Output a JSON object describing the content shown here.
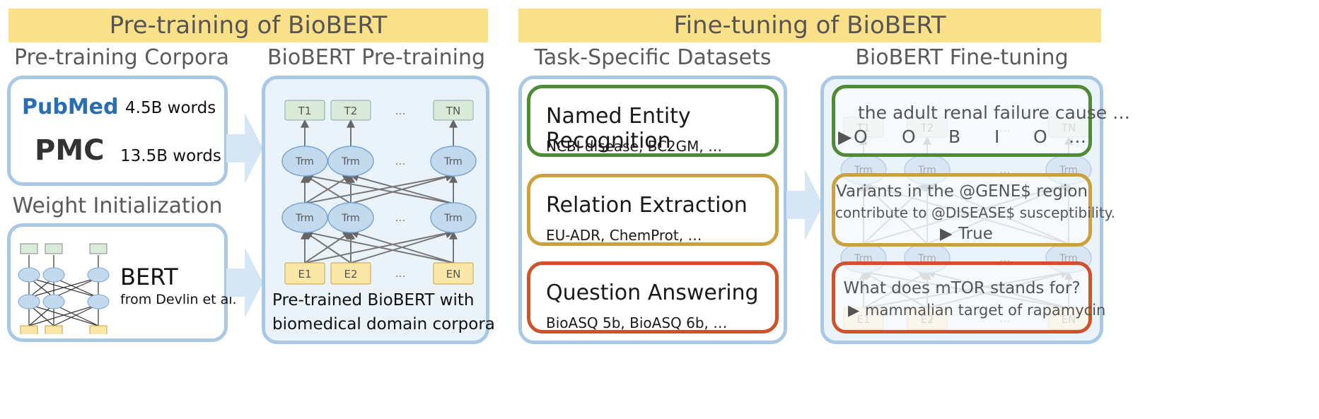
{
  "pretraining": {
    "banner": "Pre-training of BioBERT",
    "corpora_title": "Pre-training Corpora",
    "pubmed_logo": "PubMed",
    "pubmed_words": "4.5B words",
    "pmc_logo": "PMC",
    "pmc_words": "13.5B words",
    "weight_title": "Weight Initialization",
    "bert_label": "BERT",
    "bert_source": "from Devlin et al.",
    "model_title": "BioBERT Pre-training",
    "model_caption_line1": "Pre-trained BioBERT with",
    "model_caption_line2": "biomedical domain corpora"
  },
  "diagram": {
    "outputs": [
      "T1",
      "T2",
      "...",
      "TN"
    ],
    "inputs": [
      "E1",
      "E2",
      "...",
      "EN"
    ],
    "node": "Trm",
    "ellipsis": "..."
  },
  "finetuning": {
    "banner": "Fine-tuning of BioBERT",
    "datasets_title": "Task-Specific Datasets",
    "model_title": "BioBERT Fine-tuning",
    "tasks": [
      {
        "title": "Named Entity Recognition",
        "datasets": "NCBI disease, BC2GM, …",
        "color": "#4f8a36"
      },
      {
        "title": "Relation Extraction",
        "datasets": "EU-ADR, ChemProt, …",
        "color": "#c9a13e"
      },
      {
        "title": "Question Answering",
        "datasets": "BioASQ 5b, BioASQ 6b, …",
        "color": "#d0522a"
      }
    ],
    "ner_sentence": "the adult renal failure cause …",
    "ner_tags": [
      "O",
      "O",
      "B",
      "I",
      "O",
      "…"
    ],
    "re_line1": "Variants in the @GENE$ region",
    "re_line2": "contribute to @DISEASE$ susceptibility.",
    "re_answer": "True",
    "qa_question": "What does mTOR stands for?",
    "qa_answer": "mammalian target of rapamycin"
  },
  "colors": {
    "banner": "#fbe08a",
    "box_border": "#a9c8e6",
    "arrow": "#d6e6f5",
    "node_fill": "#c3d9ee",
    "output_fill": "#d9ead8",
    "input_fill": "#fbe7a8",
    "pubmed_blue": "#2a6db3"
  }
}
